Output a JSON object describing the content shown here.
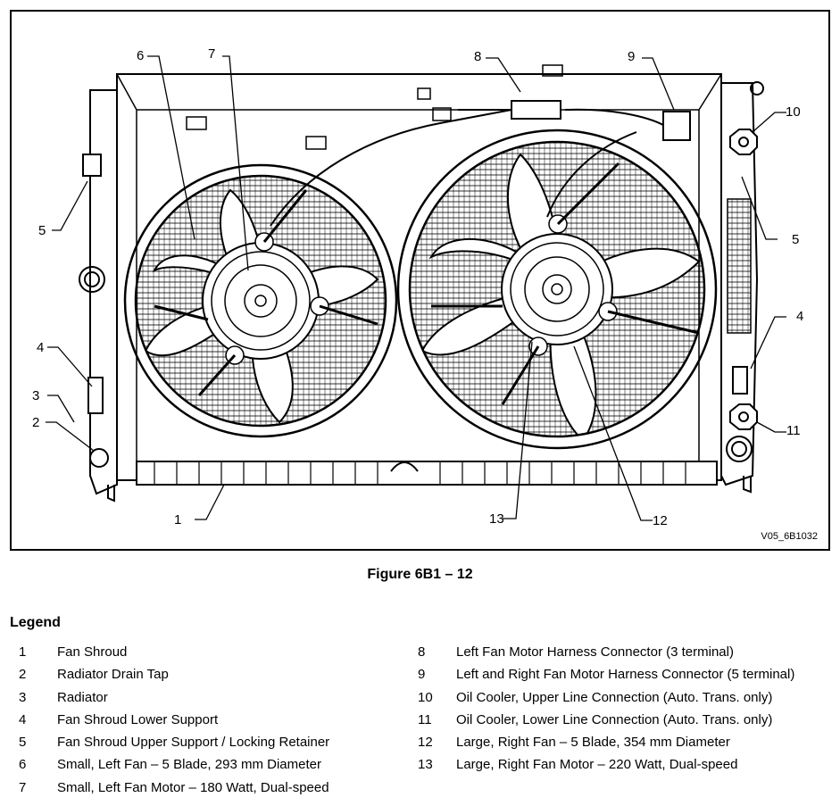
{
  "callouts": {
    "c1": "1",
    "c2": "2",
    "c3": "3",
    "c4_left": "4",
    "c4_right": "4",
    "c5_left": "5",
    "c5_right": "5",
    "c6": "6",
    "c7": "7",
    "c8": "8",
    "c9": "9",
    "c10": "10",
    "c11": "11",
    "c12": "12",
    "c13": "13"
  },
  "image_ref": "V05_6B1032",
  "caption": "Figure 6B1 – 12",
  "legend": {
    "title": "Legend",
    "items": [
      {
        "num": "1",
        "text": "Fan Shroud"
      },
      {
        "num": "2",
        "text": "Radiator Drain Tap"
      },
      {
        "num": "3",
        "text": "Radiator"
      },
      {
        "num": "4",
        "text": "Fan Shroud Lower Support"
      },
      {
        "num": "5",
        "text": "Fan Shroud Upper Support / Locking Retainer"
      },
      {
        "num": "6",
        "text": "Small, Left Fan – 5 Blade, 293 mm Diameter"
      },
      {
        "num": "7",
        "text": "Small, Left Fan Motor – 180 Watt, Dual-speed"
      },
      {
        "num": "8",
        "text": "Left Fan Motor Harness Connector (3 terminal)"
      },
      {
        "num": "9",
        "text": "Left and Right Fan Motor Harness Connector (5 terminal)"
      },
      {
        "num": "10",
        "text": "Oil Cooler, Upper Line Connection (Auto. Trans. only)"
      },
      {
        "num": "11",
        "text": "Oil Cooler, Lower Line Connection (Auto. Trans. only)"
      },
      {
        "num": "12",
        "text": "Large, Right Fan – 5 Blade, 354 mm Diameter"
      },
      {
        "num": "13",
        "text": "Large, Right Fan Motor – 220 Watt, Dual-speed"
      }
    ]
  }
}
